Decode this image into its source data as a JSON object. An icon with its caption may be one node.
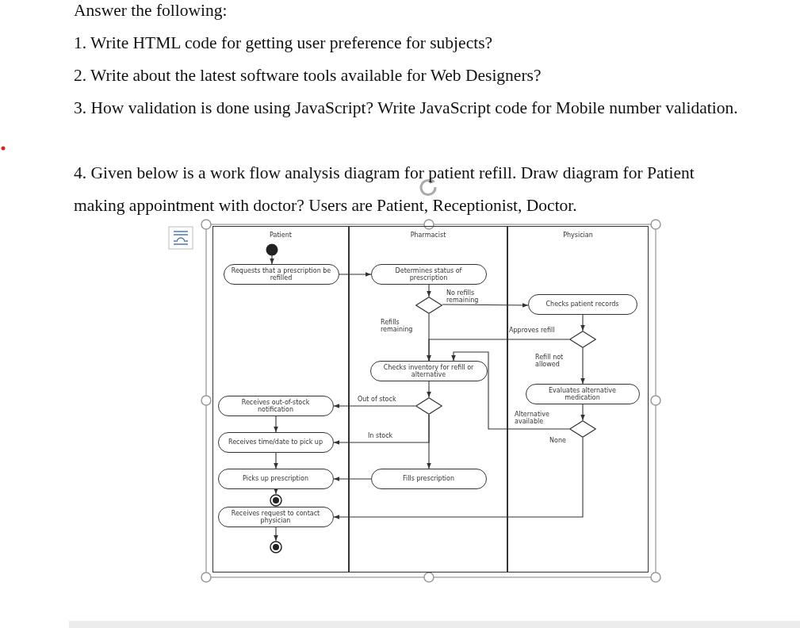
{
  "diagram": {
    "nodes": [
      {
        "text": [
          "Patient"
        ]
      },
      {
        "text": [
          "Pharmacist"
        ]
      },
      {
        "text": [
          "Physician"
        ]
      },
      {
        "text": [],
        "shape": "circle",
        "in": 0
      },
      {
        "text": [
          "Requests that a prescription be refilled"
        ],
        "in": 0
      },
      {
        "text": [
          "Determines status of prescription"
        ],
        "in": 1
      },
      {
        "text": [],
        "shape": "diamond",
        "in": 1
      },
      {
        "text": [
          "Checks patient records"
        ],
        "in": 2
      },
      {
        "text": [],
        "shape": "diamond",
        "in": 2
      },
      {
        "text": [
          "Checks inventory for refill or alternative"
        ],
        "in": 1
      },
      {
        "text": [
          "Evaluates alternative medication"
        ],
        "in": 2
      },
      {
        "text": [],
        "shape": "diamond",
        "in": 1
      },
      {
        "text": [],
        "shape": "diamond",
        "in": 2
      },
      {
        "text": [
          "Receives out-of-stock notification"
        ],
        "in": 0
      },
      {
        "text": [
          "Receives time/date to pick up"
        ],
        "in": 0
      },
      {
        "text": [
          "Fills prescription"
        ],
        "in": 1
      },
      {
        "text": [
          "Picks up prescription"
        ],
        "in": 0
      },
      {
        "text": [],
        "shape": "bullseye",
        "in": 0
      },
      {
        "text": [
          "Receives request to contact physician"
        ],
        "in": 0
      },
      {
        "text": [],
        "shape": "bullseye",
        "in": 0
      }
    ],
    "edges": [
      {
        "from": 3,
        "to": 4,
        "arrow": "to"
      },
      {
        "from": 4,
        "to": 5,
        "arrow": "to"
      },
      {
        "from": 5,
        "to": 6,
        "arrow": "to"
      },
      {
        "from": 6,
        "to": 7,
        "arrow": "to",
        "label": "No refills remaining"
      },
      {
        "from": 6,
        "to": 9,
        "arrow": "to",
        "label": "Refills remaining"
      },
      {
        "from": 7,
        "to": 8,
        "arrow": "to"
      },
      {
        "from": 8,
        "to": 9,
        "arrow": "to",
        "label": "Approves refill"
      },
      {
        "from": 8,
        "to": 10,
        "arrow": "to",
        "label": "Refill not allowed"
      },
      {
        "from": 10,
        "to": 12,
        "arrow": "to"
      },
      {
        "from": 12,
        "to": 9,
        "arrow": "to",
        "label": "Alternative available"
      },
      {
        "from": 12,
        "to": 18,
        "arrow": "to",
        "label": "None"
      },
      {
        "from": 9,
        "to": 11,
        "arrow": "to"
      },
      {
        "from": 11,
        "to": 13,
        "arrow": "to",
        "label": "Out of stock"
      },
      {
        "from": 11,
        "to": 14,
        "arrow": "to",
        "label": "In stock"
      },
      {
        "from": 11,
        "to": 15,
        "arrow": "to"
      },
      {
        "from": 15,
        "to": 16,
        "arrow": "to"
      },
      {
        "from": 13,
        "to": 14,
        "arrow": "to"
      },
      {
        "from": 14,
        "to": 16,
        "arrow": "to"
      },
      {
        "from": 16,
        "to": 17,
        "arrow": "to"
      },
      {
        "from": 18,
        "to": 19,
        "arrow": "to"
      }
    ],
    "labels": [
      "Answer the following:",
      "1. Write HTML code for getting user preference for subjects?",
      "2. Write about the latest software tools available for Web Designers?",
      "3. How validation is done using JavaScript? Write JavaScript code for Mobile number validation.",
      "4. Given below is a work flow analysis diagram for patient refill. Draw diagram for Patient making appointment with doctor? Users are Patient, Receptionist, Doctor."
    ]
  }
}
